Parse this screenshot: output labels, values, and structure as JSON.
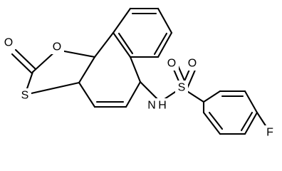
{
  "molecule": {
    "atoms": {
      "carbonyl_oxygen": "O",
      "ring_oxygen": "O",
      "ring_sulfur": "S",
      "amide_nitrogen": "N",
      "amide_hydrogen": "H",
      "sulfonyl_sulfur": "S",
      "sulfonyl_oxygen_left": "O",
      "sulfonyl_oxygen_right": "O",
      "fluorine": "F"
    }
  }
}
